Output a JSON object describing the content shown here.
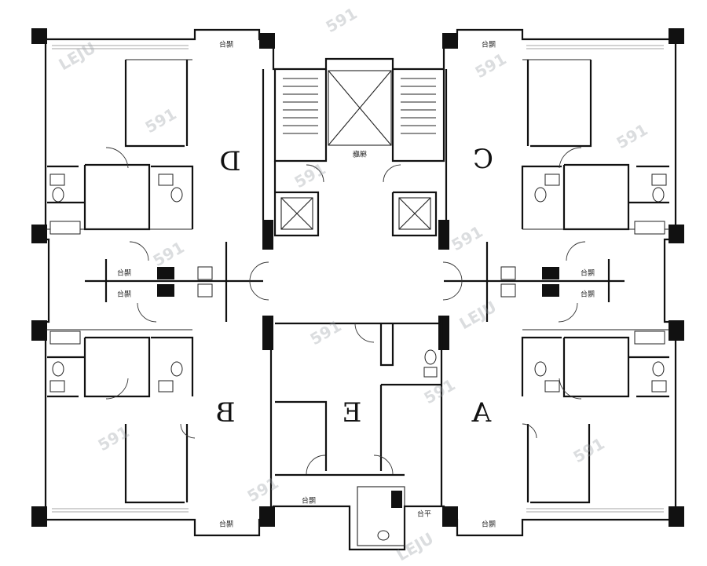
{
  "units": {
    "a": "A",
    "b": "B",
    "c": "C",
    "d": "D",
    "e": "E"
  },
  "rooms": {
    "balcony": "陽台",
    "hall": "梯廳",
    "platform": "平台"
  },
  "watermark": {
    "brand": "591",
    "sub": "LEJU"
  }
}
